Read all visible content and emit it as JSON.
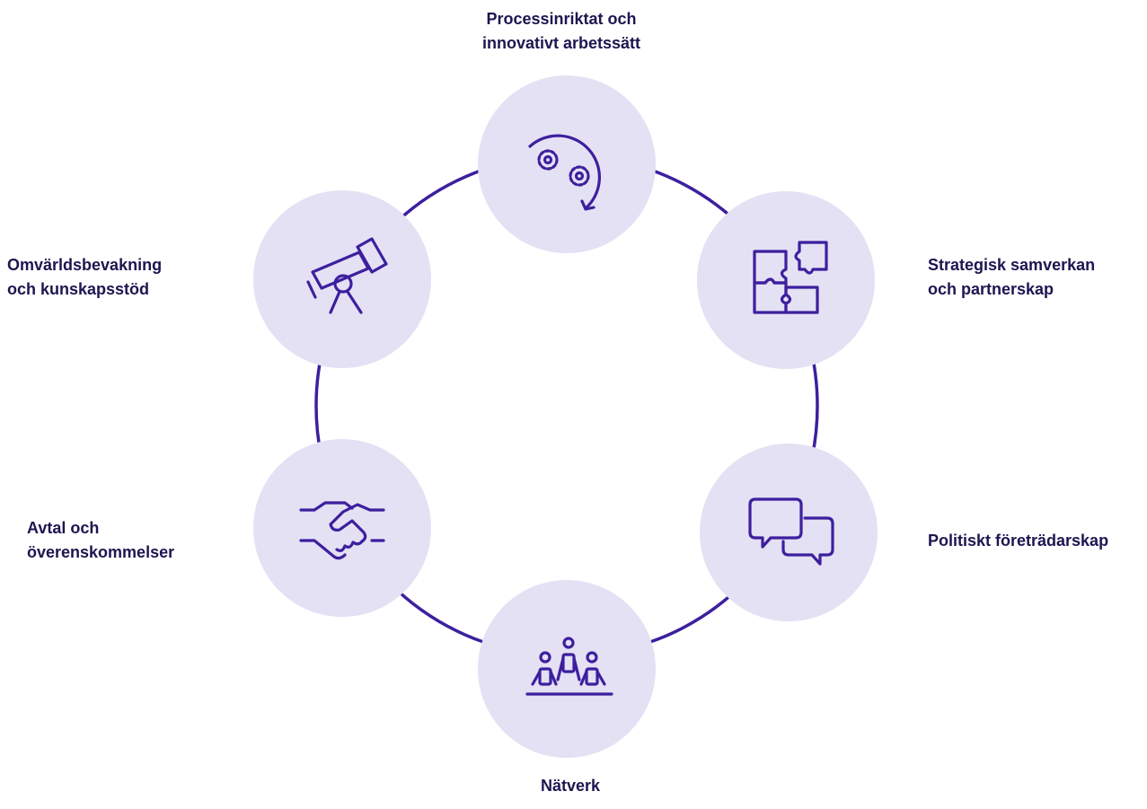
{
  "colors": {
    "ring": "#3d1f9e",
    "node_fill": "#e4e1f4",
    "icon_stroke": "#3d1f9e",
    "label_text": "#1c1650"
  },
  "nodes": [
    {
      "id": "top",
      "icon": "gears-cycle-icon",
      "label": [
        "Processinriktat och",
        "innovativt arbetssätt"
      ]
    },
    {
      "id": "upper-right",
      "icon": "puzzle-icon",
      "label": [
        "Strategisk samverkan",
        "och partnerskap"
      ]
    },
    {
      "id": "lower-right",
      "icon": "speech-bubbles-icon",
      "label": [
        "Politiskt företrädarskap"
      ]
    },
    {
      "id": "bottom",
      "icon": "people-meeting-icon",
      "label": [
        "Nätverk"
      ]
    },
    {
      "id": "lower-left",
      "icon": "handshake-icon",
      "label": [
        "Avtal och",
        "överenskommelser"
      ]
    },
    {
      "id": "upper-left",
      "icon": "telescope-icon",
      "label": [
        "Omvärldsbevakning",
        "och kunskapsstöd"
      ]
    }
  ]
}
